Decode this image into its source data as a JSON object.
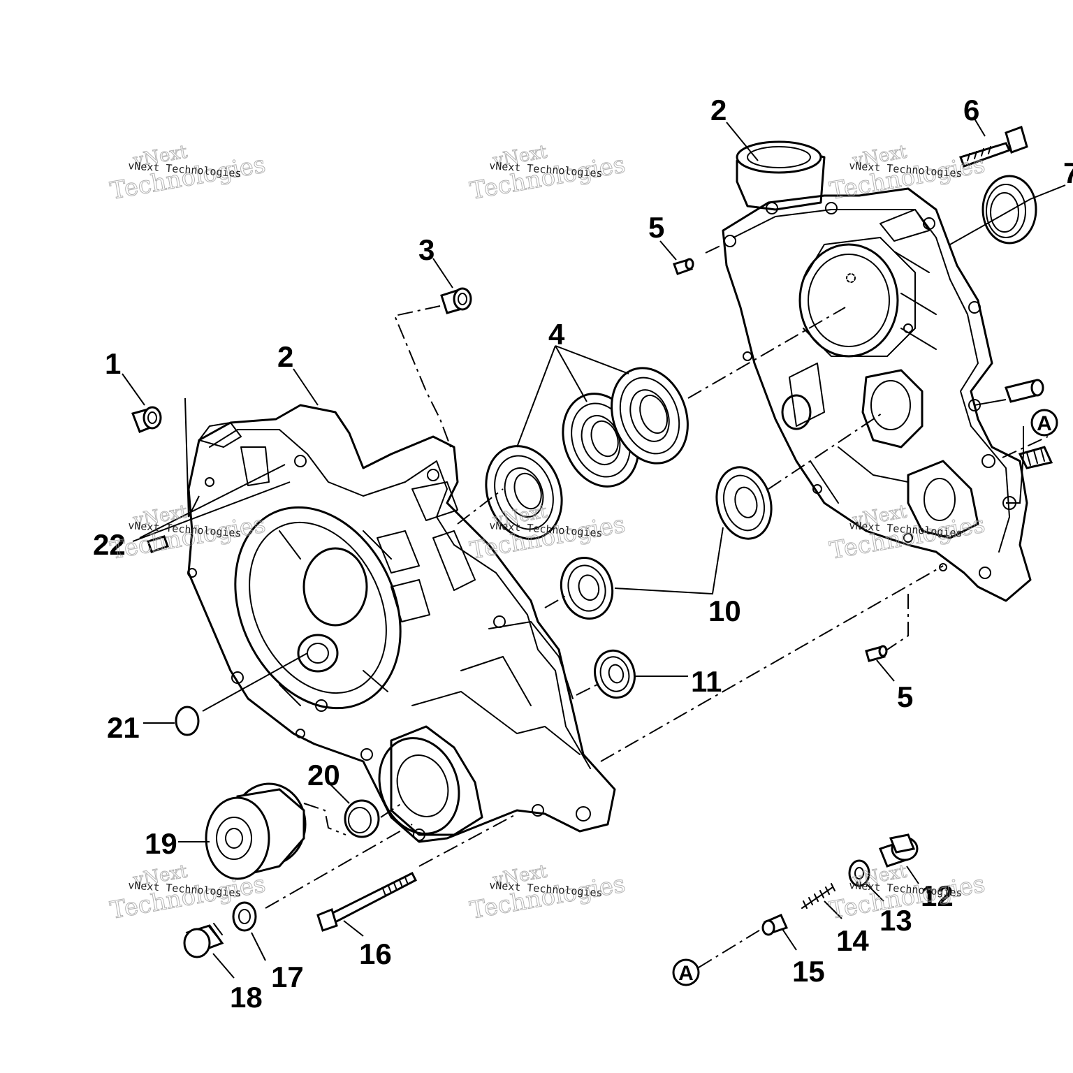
{
  "diagram": {
    "callouts": {
      "c1": "1",
      "c2a": "2",
      "c2b": "2",
      "c3": "3",
      "c4": "4",
      "c5a": "5",
      "c5b": "5",
      "c6": "6",
      "c7": "7",
      "c10": "10",
      "c11": "11",
      "c12": "12",
      "c13": "13",
      "c14": "14",
      "c15": "15",
      "c16": "16",
      "c17": "17",
      "c18": "18",
      "c19": "19",
      "c20": "20",
      "c21": "21",
      "c22": "22"
    },
    "reference_marks": {
      "a_top": "A",
      "a_bottom": "A"
    },
    "watermark": {
      "brand": "vNext",
      "line": "vNext Technologies",
      "big": "Technologies"
    }
  }
}
